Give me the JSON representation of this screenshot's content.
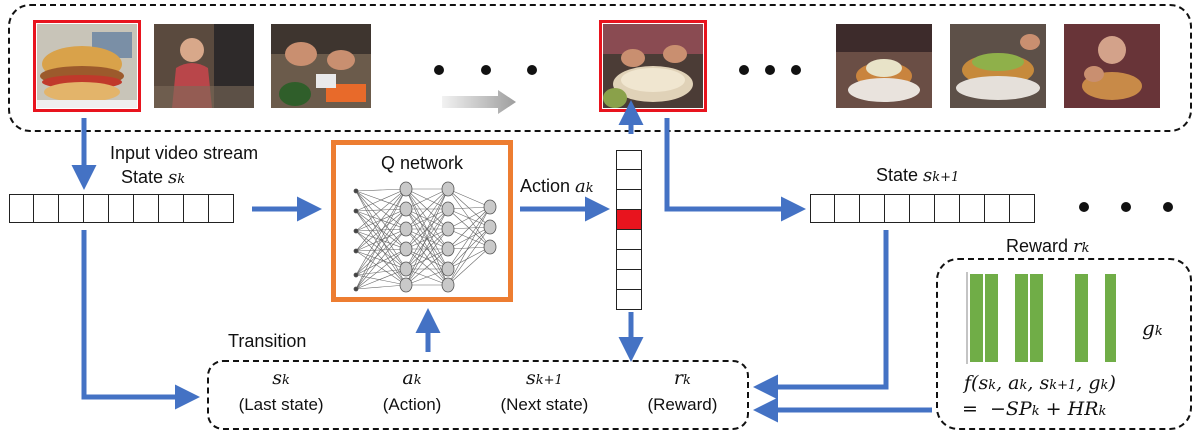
{
  "frames": [
    {
      "label": "burger frame",
      "highlighted": true
    },
    {
      "label": "kitchen person frame",
      "highlighted": false
    },
    {
      "label": "hands chopping frame",
      "highlighted": false
    },
    {
      "label": "mixing bowl frame",
      "highlighted": true
    },
    {
      "label": "plated food frame",
      "highlighted": false
    },
    {
      "label": "burger closeup frame",
      "highlighted": false
    },
    {
      "label": "eating frame",
      "highlighted": false
    }
  ],
  "labels": {
    "input_stream": "Input video stream",
    "state_k": "State ",
    "state_k_sym": "s",
    "state_k_sub": "k",
    "q_network": "Q network",
    "action": "Action ",
    "action_sym": "a",
    "action_sub": "k",
    "state_k1": "State ",
    "state_k1_sym": "s",
    "state_k1_sub": "k+1",
    "reward": "Reward ",
    "reward_sym": "r",
    "reward_sub": "k",
    "transition": "Transition",
    "g_sym": "g",
    "g_sub": "k"
  },
  "transition": [
    {
      "sym": "s",
      "sub": "k",
      "desc": "(Last state)"
    },
    {
      "sym": "a",
      "sub": "k",
      "desc": "(Action)"
    },
    {
      "sym": "s",
      "sub": "k+1",
      "desc": "(Next state)"
    },
    {
      "sym": "r",
      "sub": "k",
      "desc": "(Reward)"
    }
  ],
  "reward_formula": {
    "line1": "f(s_k, a_k, s_{k+1}, g_k)",
    "line2": "= −SP_k + HR_k"
  },
  "action_vector": {
    "cells": 8,
    "selected_index": 3
  },
  "state_vector": {
    "cells": 9
  },
  "reward_bars": [
    1,
    1,
    0,
    1,
    1,
    0,
    0,
    1,
    0,
    1
  ],
  "colors": {
    "arrow": "#4472c4",
    "highlight": "#e8141e",
    "qbox": "#ed7d31",
    "bar": "#70ad47",
    "selected_action": "#e8141e",
    "grey_arrow": "#bdbdbd"
  }
}
